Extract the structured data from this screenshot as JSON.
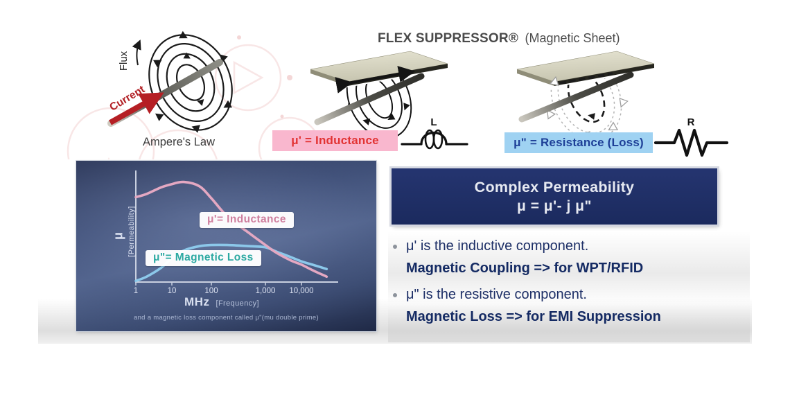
{
  "header": {
    "product": "FLEX SUPPRESSOR®",
    "subtitle": "(Magnetic Sheet)"
  },
  "ampere": {
    "flux_label": "Flux",
    "current_label": "Current",
    "caption": "Ampere's Law"
  },
  "badges": {
    "inductance": "μ' = Inductance",
    "inductor_symbol": "L",
    "resistance": "μ\" =  Resistance (Loss)",
    "resistor_symbol": "R"
  },
  "complex_box": {
    "title": "Complex Permeability",
    "formula": "μ = μ'- j μ\""
  },
  "bullets": [
    {
      "line": "μ' is the inductive component.",
      "emphasis": "Magnetic Coupling => for WPT/RFID"
    },
    {
      "line": "μ\" is the resistive component.",
      "emphasis": "Magnetic Loss => for EMI Suppression"
    }
  ],
  "chart_data": {
    "type": "line",
    "x_axis": {
      "label_main": "MHz",
      "label_sub": "[Frequency]",
      "scale": "log",
      "ticks": [
        1,
        10,
        100,
        1000,
        10000
      ],
      "tick_labels": [
        "1",
        "10",
        "100",
        "1,000",
        "10,000"
      ]
    },
    "y_axis": {
      "label_main": "μ",
      "label_sub": "[Permeability]",
      "numeric_labels": false,
      "range_note": "relative permeability, unlabeled scale 0-100"
    },
    "series": [
      {
        "name": "μ'= Inductance",
        "color": "#e4a8c2",
        "label_text_color": "#cf7f9e",
        "f_MHz": [
          1,
          2,
          5,
          10,
          20,
          50,
          100,
          200,
          500,
          1000,
          2000,
          5000,
          10000,
          20000,
          50000
        ],
        "values": [
          78,
          81,
          87,
          90,
          92,
          88,
          77,
          60,
          45,
          34,
          27,
          20,
          16,
          11,
          5
        ]
      },
      {
        "name": "μ\"= Magnetic Loss",
        "color": "#8cc8ea",
        "label_text_color": "#2ca9a2",
        "f_MHz": [
          1,
          2,
          5,
          10,
          20,
          50,
          100,
          200,
          500,
          1000,
          2000,
          5000,
          10000,
          20000,
          50000
        ],
        "values": [
          1,
          5,
          13,
          22,
          29,
          33,
          34,
          34,
          33,
          32,
          28,
          23,
          19,
          16,
          12
        ]
      }
    ],
    "legend_position": "on-chart labels",
    "grid": false,
    "caption": "and a magnetic loss component called μ\"(mu double prime)"
  }
}
